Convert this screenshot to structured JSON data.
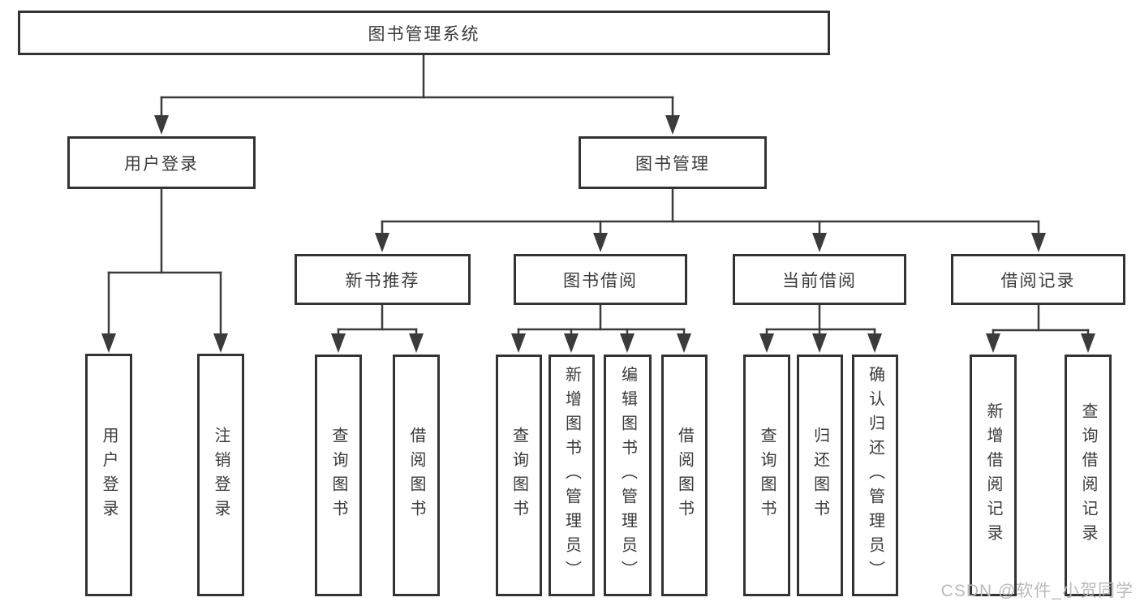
{
  "diagram": {
    "type": "tree-structure-chart",
    "colors": {
      "line": "#3b3b3b",
      "border": "#333333",
      "text": "#3a3a3a",
      "watermark": "#bcb9b9",
      "background": "#ffffff"
    }
  },
  "tree": {
    "label": "图书管理系统",
    "children": [
      {
        "label": "用户登录",
        "children": [
          {
            "label": "用户登录"
          },
          {
            "label": "注销登录"
          }
        ]
      },
      {
        "label": "图书管理",
        "children": [
          {
            "label": "新书推荐",
            "children": [
              {
                "label": "查询图书"
              },
              {
                "label": "借阅图书"
              }
            ]
          },
          {
            "label": "图书借阅",
            "children": [
              {
                "label": "查询图书"
              },
              {
                "label": "新增图书（管理员）"
              },
              {
                "label": "编辑图书（管理员）"
              },
              {
                "label": "借阅图书"
              }
            ]
          },
          {
            "label": "当前借阅",
            "children": [
              {
                "label": "查询图书"
              },
              {
                "label": "归还图书"
              },
              {
                "label": "确认归还（管理员）"
              }
            ]
          },
          {
            "label": "借阅记录",
            "children": [
              {
                "label": "新增借阅记录"
              },
              {
                "label": "查询借阅记录"
              }
            ]
          }
        ]
      }
    ]
  },
  "watermark": {
    "text": "CSDN @软件_小贺同学"
  }
}
